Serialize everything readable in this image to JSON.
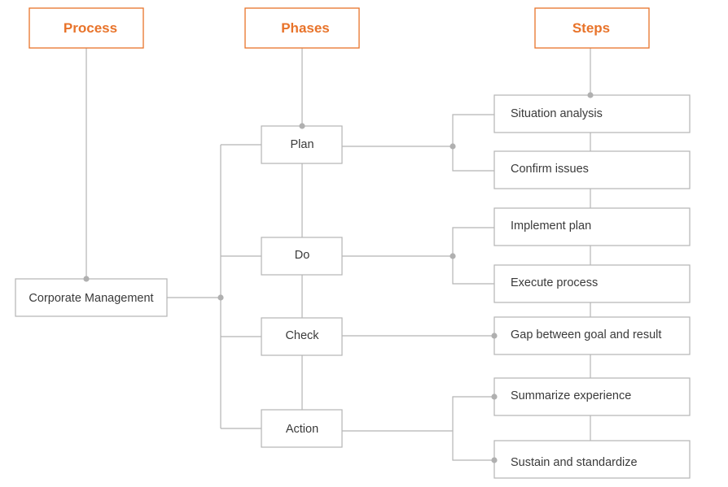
{
  "headers": {
    "process": "Process",
    "phases": "Phases",
    "steps": "Steps"
  },
  "process": {
    "root": "Corporate Management"
  },
  "phases": [
    "Plan",
    "Do",
    "Check",
    "Action"
  ],
  "steps": [
    "Situation analysis",
    "Confirm issues",
    "Implement plan",
    "Execute process",
    "Gap between goal and result",
    "Summarize experience",
    "Sustain and standardize"
  ],
  "colors": {
    "header_accent": "#e8732a",
    "node_border": "#b5b5b5",
    "connector": "#b5b5b5",
    "dot": "#b0b0b0",
    "text": "#3a3a3a"
  }
}
